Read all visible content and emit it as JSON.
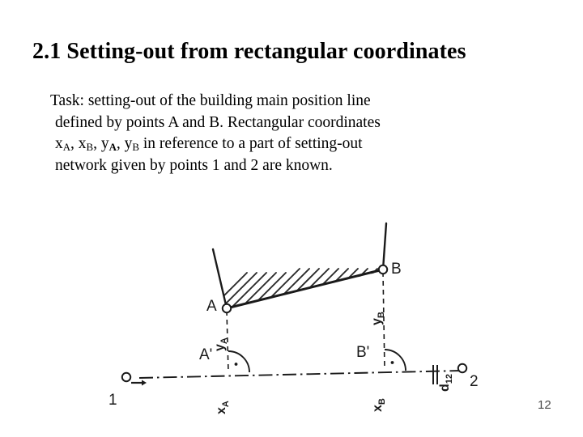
{
  "slide": {
    "title": "2.1 Setting-out from rectangular coordinates",
    "page_number": "12",
    "body": {
      "line1": "Task: setting-out of the building main position line",
      "line2": "defined by points A and B. Rectangular coordinates",
      "line3_var1": "x",
      "line3_var1_sub": "A",
      "line3_sep1": ", ",
      "line3_var2": "x",
      "line3_var2_sub": "B",
      "line3_sep2": ", ",
      "line3_var3": "y",
      "line3_var3_sub": "A",
      "line3_sep3": ", ",
      "line3_var4": "y",
      "line3_var4_sub": "B",
      "line3_tail": " in reference to a part of setting-out",
      "line4": "network given by points 1 and 2 are known."
    }
  },
  "figure": {
    "caption_points": {
      "point_a": "A",
      "point_b": "B",
      "point_a_prime": "A'",
      "point_b_prime": "B'",
      "station_1": "1",
      "station_2": "2"
    },
    "dimensions": {
      "y_a_var": "y",
      "y_a_sub": "A",
      "y_b_var": "y",
      "y_b_sub": "B",
      "x_a_var": "x",
      "x_a_sub": "A",
      "x_b_var": "x",
      "x_b_sub": "B",
      "d12_var": "d",
      "d12_sub": "12"
    },
    "colors": {
      "ink": "#1a1a1a",
      "hatch": "#2b2b2b",
      "background": "#ffffff"
    }
  }
}
